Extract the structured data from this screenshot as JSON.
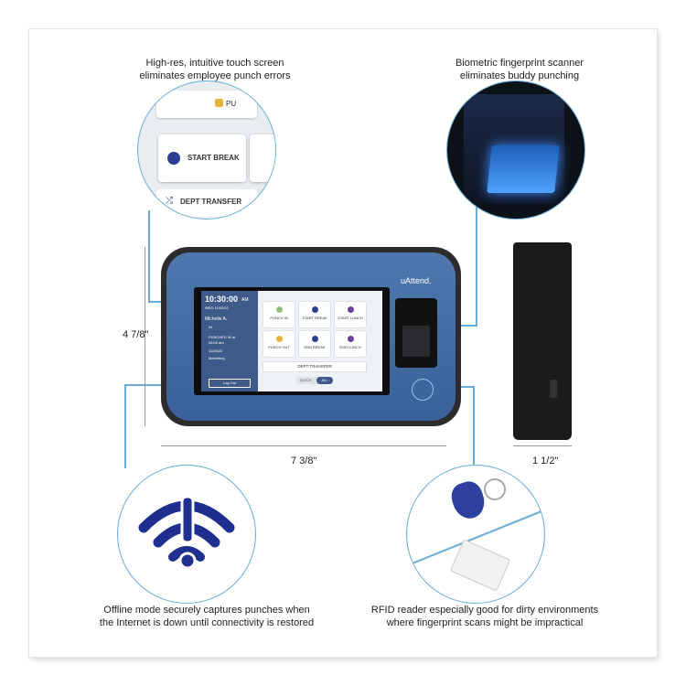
{
  "captions": {
    "touch": "High-res, intuitive touch screen\neliminates employee punch errors",
    "biometric": "Biometric fingerprint scanner\neliminates buddy punching",
    "offline": "Offline mode securely captures punches when\nthe Internet is down until connectivity is restored",
    "rfid": "RFID reader especially good for dirty environments\nwhere fingerprint scans might be impractical"
  },
  "dimensions": {
    "height": "4 7/8\"",
    "width": "7 3/8\"",
    "depth": "1 1/2\""
  },
  "zoom": {
    "tile1": "START BREAK",
    "tile2": "DEPT TRANSFER",
    "tile0": "PU"
  },
  "device": {
    "brand": "uAttend.",
    "time": "10:30:00",
    "ampm": "AM",
    "date": "WED 11/02/22",
    "user": "Michelle A.",
    "status": "IN",
    "punched_label": "PUNCHED IN at",
    "punched_time": "08:00 am",
    "punched_date": "11/05/22",
    "dept": "Marketing",
    "logout": "Log Out",
    "tiles": [
      "PUNCH IN",
      "START BREAK",
      "START LUNCH",
      "PUNCH OUT",
      "END BREAK",
      "END LUNCH"
    ],
    "transfer": "DEPT TRANSFER",
    "toggle_quick": "QUICK",
    "toggle_all": "ALL"
  },
  "colors": {
    "accent": "#6aaed6",
    "brand_blue": "#1f2f8f",
    "device_blue": "#4a72a8"
  }
}
